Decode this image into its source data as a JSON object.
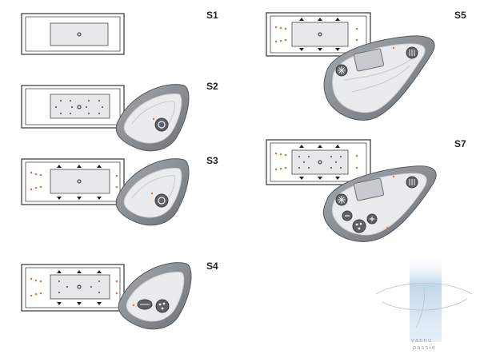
{
  "models": [
    {
      "id": "S1",
      "label": "S1"
    },
    {
      "id": "S2",
      "label": "S2"
    },
    {
      "id": "S3",
      "label": "S3"
    },
    {
      "id": "S4",
      "label": "S4"
    },
    {
      "id": "S5",
      "label": "S5"
    },
    {
      "id": "S7",
      "label": "S7"
    }
  ],
  "watermark": {
    "line1": "vannu",
    "line2": "passie"
  },
  "colors": {
    "tub_outline": "#333333",
    "basin_fill": "#e6e8ea",
    "jet_dot": "#e0783c",
    "panel_outer": "#8f9498",
    "panel_inner": "#e9ebec",
    "panel_line": "#c96a40",
    "watermark_blue": "#bcd3ea"
  },
  "icons": [
    "tub-icon",
    "control-panel-icon",
    "power-button-icon",
    "light-button-icon",
    "display-icon",
    "jet-dot-icon",
    "arrow-icon"
  ]
}
